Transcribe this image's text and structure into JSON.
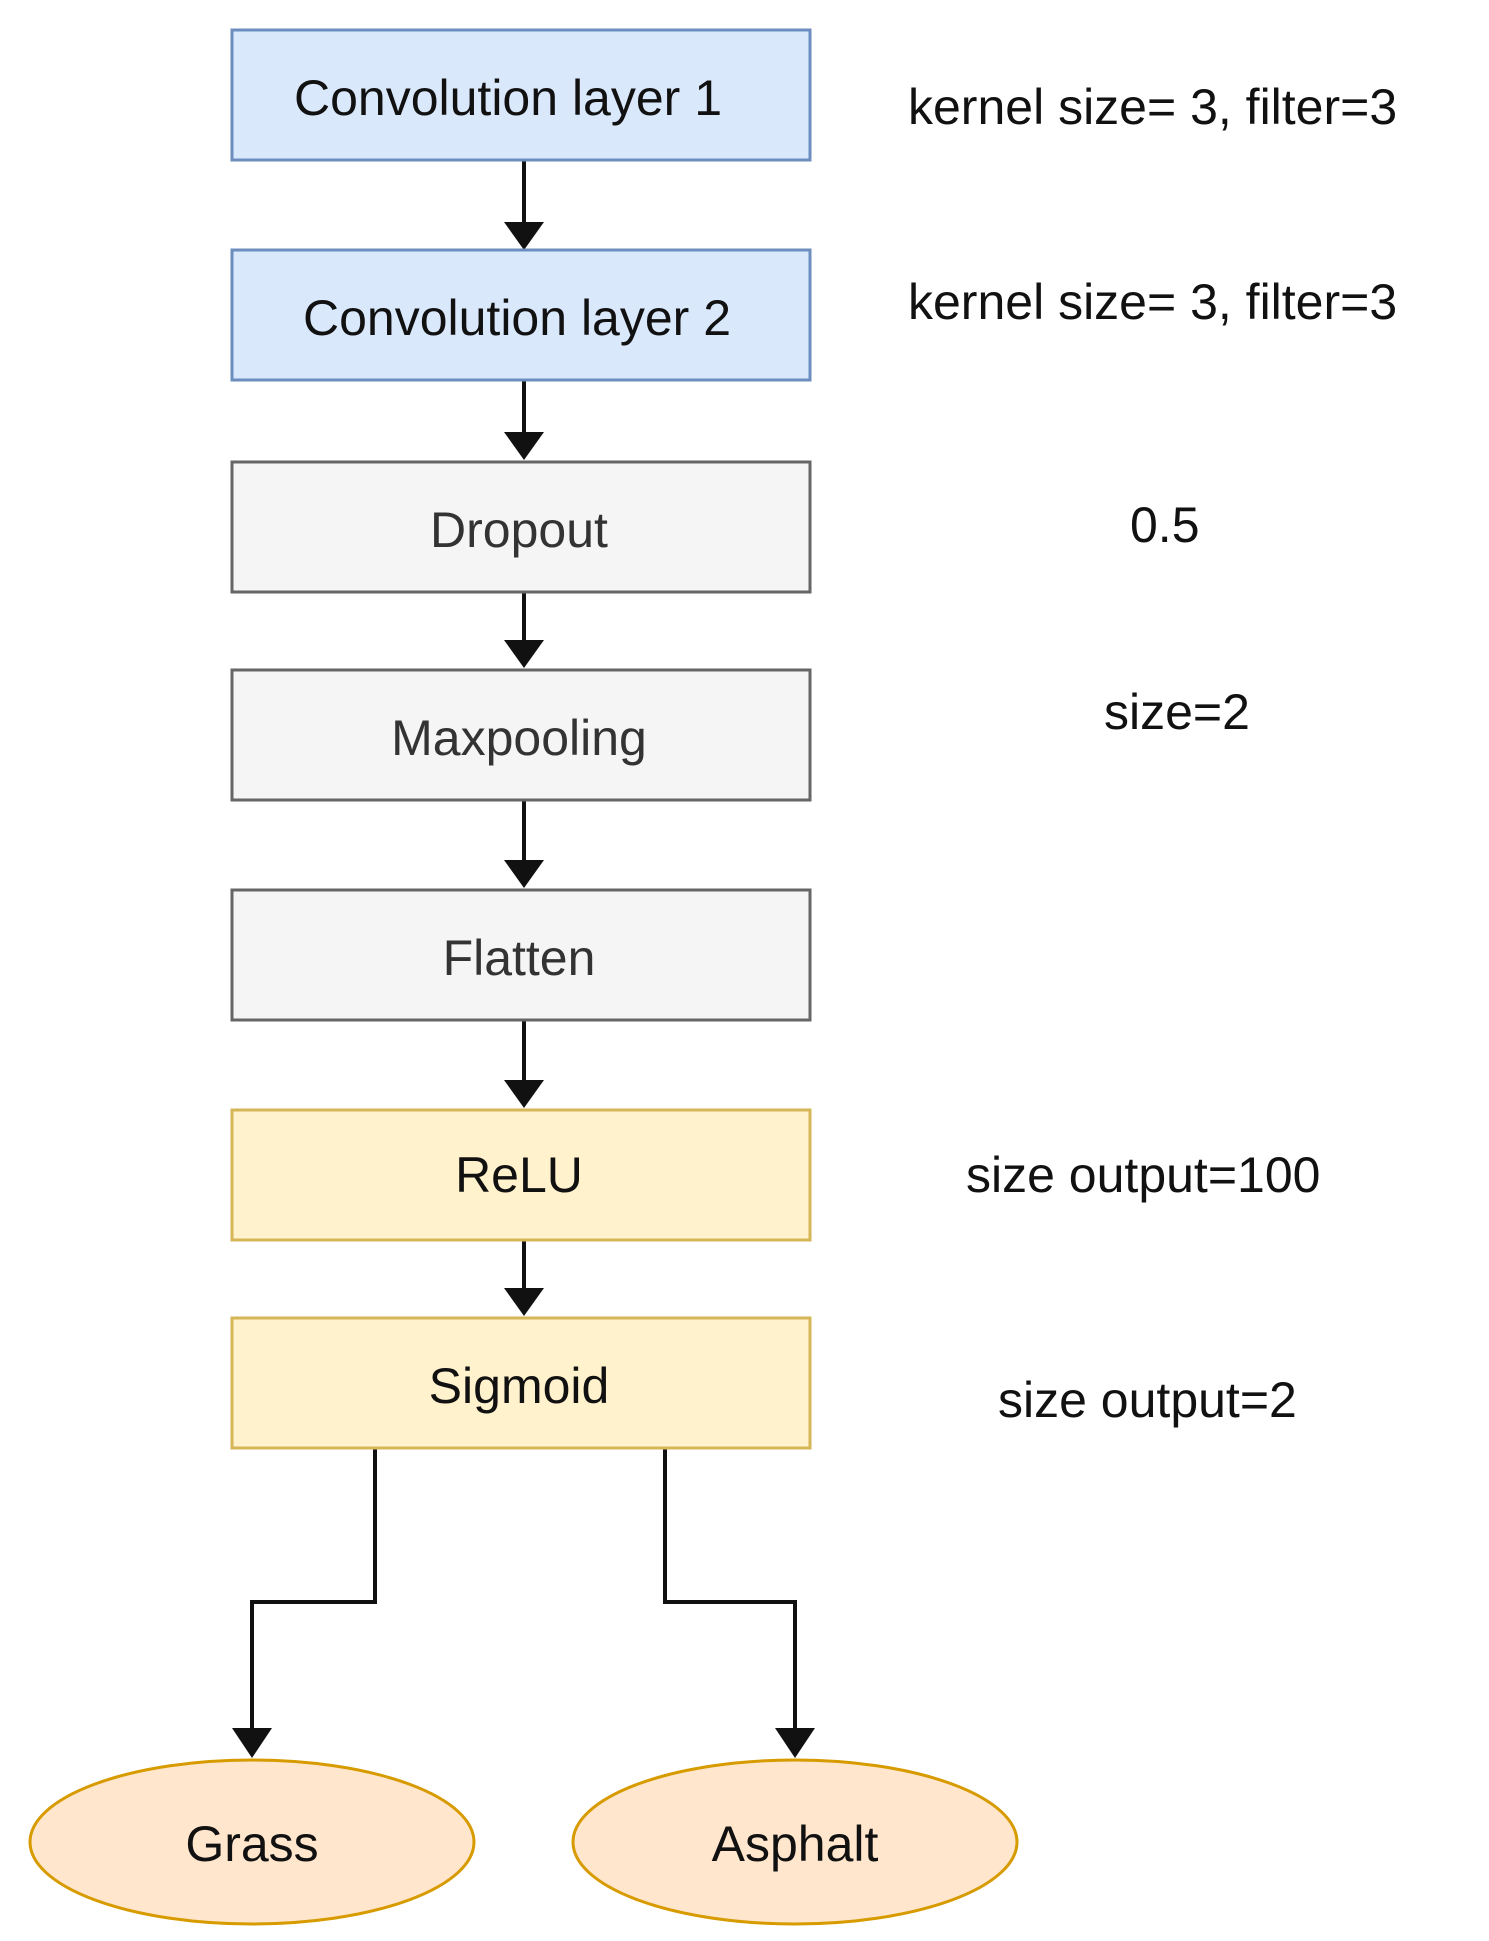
{
  "diagram": {
    "layers": [
      {
        "id": "conv1",
        "label": "Convolution layer 1",
        "param": "kernel size= 3, filter=3",
        "kind": "conv"
      },
      {
        "id": "conv2",
        "label": "Convolution layer 2",
        "param": "kernel size= 3, filter=3",
        "kind": "conv"
      },
      {
        "id": "dropout",
        "label": "Dropout",
        "param": "0.5",
        "kind": "util"
      },
      {
        "id": "maxpool",
        "label": "Maxpooling",
        "param": "size=2",
        "kind": "util"
      },
      {
        "id": "flatten",
        "label": "Flatten",
        "param": "",
        "kind": "util"
      },
      {
        "id": "relu",
        "label": "ReLU",
        "param": "size output=100",
        "kind": "dense"
      },
      {
        "id": "sigmoid",
        "label": "Sigmoid",
        "param": "size output=2",
        "kind": "dense"
      }
    ],
    "outputs": [
      {
        "id": "grass",
        "label": "Grass"
      },
      {
        "id": "asphalt",
        "label": "Asphalt"
      }
    ],
    "colors": {
      "conv_fill": "#dae8fc",
      "conv_stroke": "#6c8ebf",
      "util_fill": "#f5f5f5",
      "util_stroke": "#666666",
      "util_text": "#333333",
      "dense_fill": "#fff2cc",
      "dense_stroke": "#d6b656",
      "output_fill": "#ffe6cc",
      "output_stroke": "#d79b00",
      "text": "#111111",
      "edge": "#111111"
    }
  }
}
